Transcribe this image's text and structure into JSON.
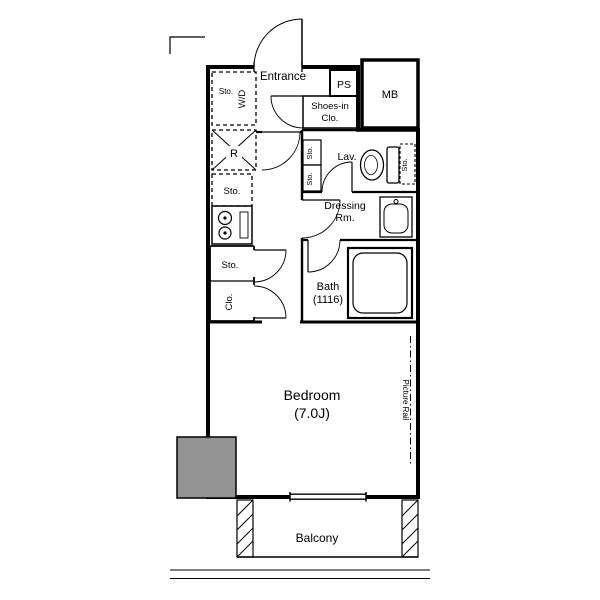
{
  "labels": {
    "entrance": "Entrance",
    "ps": "PS",
    "mb": "MB",
    "shoes_closet_line1": "Shoes-in",
    "shoes_closet_line2": "Clo.",
    "washer_dryer": "W/D",
    "washer_dryer_storage": "Sto.",
    "refrigerator": "R",
    "kitchen_storage": "Sto.",
    "lavatory": "Lav.",
    "lav_storage_upper": "Sto.",
    "lav_storage_lower": "Sto.",
    "lav_storage_right": "Sto.",
    "dressing_line1": "Dressing",
    "dressing_line2": "Rm.",
    "bath_line1": "Bath",
    "bath_line2": "(1116)",
    "hall_storage": "Sto.",
    "closet": "Clo.",
    "bedroom_line1": "Bedroom",
    "bedroom_line2": "(7.0J)",
    "picture_rail": "Picture Rail",
    "balcony": "Balcony"
  },
  "colors": {
    "wall": "#000000",
    "background": "#ffffff",
    "neighbor_block_fill": "#949494"
  }
}
